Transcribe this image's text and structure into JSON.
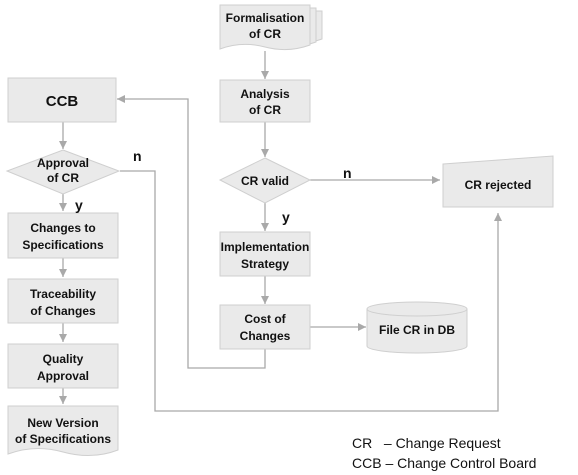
{
  "nodes": {
    "formalisation": {
      "line1": "Formalisation",
      "line2": "of CR"
    },
    "analysis": {
      "line1": "Analysis",
      "line2": "of CR"
    },
    "cr_valid": {
      "label": "CR valid"
    },
    "implementation": {
      "line1": "Implementation",
      "line2": "Strategy"
    },
    "cost": {
      "line1": "Cost of",
      "line2": "Changes"
    },
    "file_db": {
      "label": "File CR in DB"
    },
    "cr_rejected": {
      "label": "CR rejected"
    },
    "ccb": {
      "label": "CCB"
    },
    "approval": {
      "line1": "Approval",
      "line2": "of CR"
    },
    "changes_spec": {
      "line1": "Changes to",
      "line2": "Specifications"
    },
    "traceability": {
      "line1": "Traceability",
      "line2": "of Changes"
    },
    "quality": {
      "line1": "Quality",
      "line2": "Approval"
    },
    "new_version": {
      "line1": "New Version",
      "line2": "of Specifications"
    }
  },
  "edge_labels": {
    "valid_no": "n",
    "valid_yes": "y",
    "approval_no": "n",
    "approval_yes": "y"
  },
  "legend": {
    "line1": "CR   – Change Request",
    "line2": "CCB – Change Control Board"
  },
  "colors": {
    "box_fill": "#eaeaea",
    "box_border": "#cfcfcf",
    "connector": "#a9a9a9",
    "text": "#111111"
  }
}
